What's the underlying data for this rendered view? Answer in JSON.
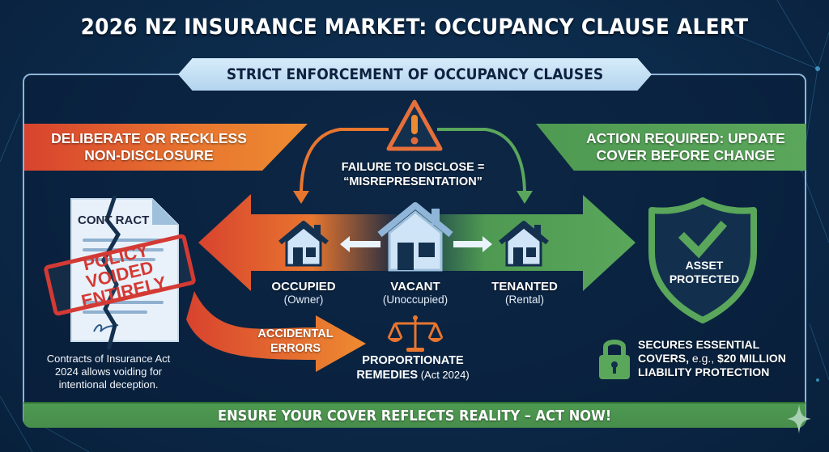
{
  "header": {
    "title": "2026 NZ INSURANCE MARKET: OCCUPANCY CLAUSE ALERT",
    "banner": "STRICT ENFORCEMENT OF OCCUPANCY CLAUSES"
  },
  "left_ribbon": {
    "line1": "DELIBERATE OR RECKLESS",
    "line2": "NON-DISCLOSURE",
    "color": "#e0582f"
  },
  "right_ribbon": {
    "line1": "ACTION REQUIRED: UPDATE",
    "line2": "COVER BEFORE CHANGE",
    "color": "#54a056"
  },
  "warning": {
    "icon": "warning-triangle-icon",
    "line1": "FAILURE TO DISCLOSE =",
    "line2": "“MISREPRESENTATION”"
  },
  "contract": {
    "doc_title": "CONT RACT",
    "stamp_line1": "POLICY VOIDED",
    "stamp_line2": "ENTIRELY",
    "note_line1": "Contracts of Insurance Act",
    "note_line2": "2024 allows voiding for",
    "note_line3": "intentional deception."
  },
  "houses": [
    {
      "label": "OCCUPIED",
      "sub": "(Owner)",
      "icon": "house-icon"
    },
    {
      "label": "VACANT",
      "sub": "(Unoccupied)",
      "icon": "house-icon"
    },
    {
      "label": "TENANTED",
      "sub": "(Rental)",
      "icon": "house-icon"
    }
  ],
  "accidental": {
    "line1": "ACCIDENTAL",
    "line2": "ERRORS"
  },
  "remedies": {
    "line1": "PROPORTIONATE",
    "line2_bold": "REMEDIES",
    "line2_normal": " (Act 2024)",
    "icon": "scales-icon"
  },
  "asset": {
    "line1": "ASSET",
    "line2": "PROTECTED",
    "icon": "shield-check-icon"
  },
  "secures": {
    "line1": "SECURES ESSENTIAL",
    "line2a": "COVERS,",
    "line2b": " e.g., ",
    "line2c": "$20 MILLION",
    "line3": "LIABILITY PROTECTION",
    "icon": "padlock-icon"
  },
  "footer": {
    "cta": "ENSURE YOUR COVER REFLECTS REALITY – ACT NOW!"
  },
  "colors": {
    "background": "#0c2a4a",
    "orange": "#e8762f",
    "red": "#d8432e",
    "green": "#54a056",
    "light_blue": "#b4d4ee"
  }
}
